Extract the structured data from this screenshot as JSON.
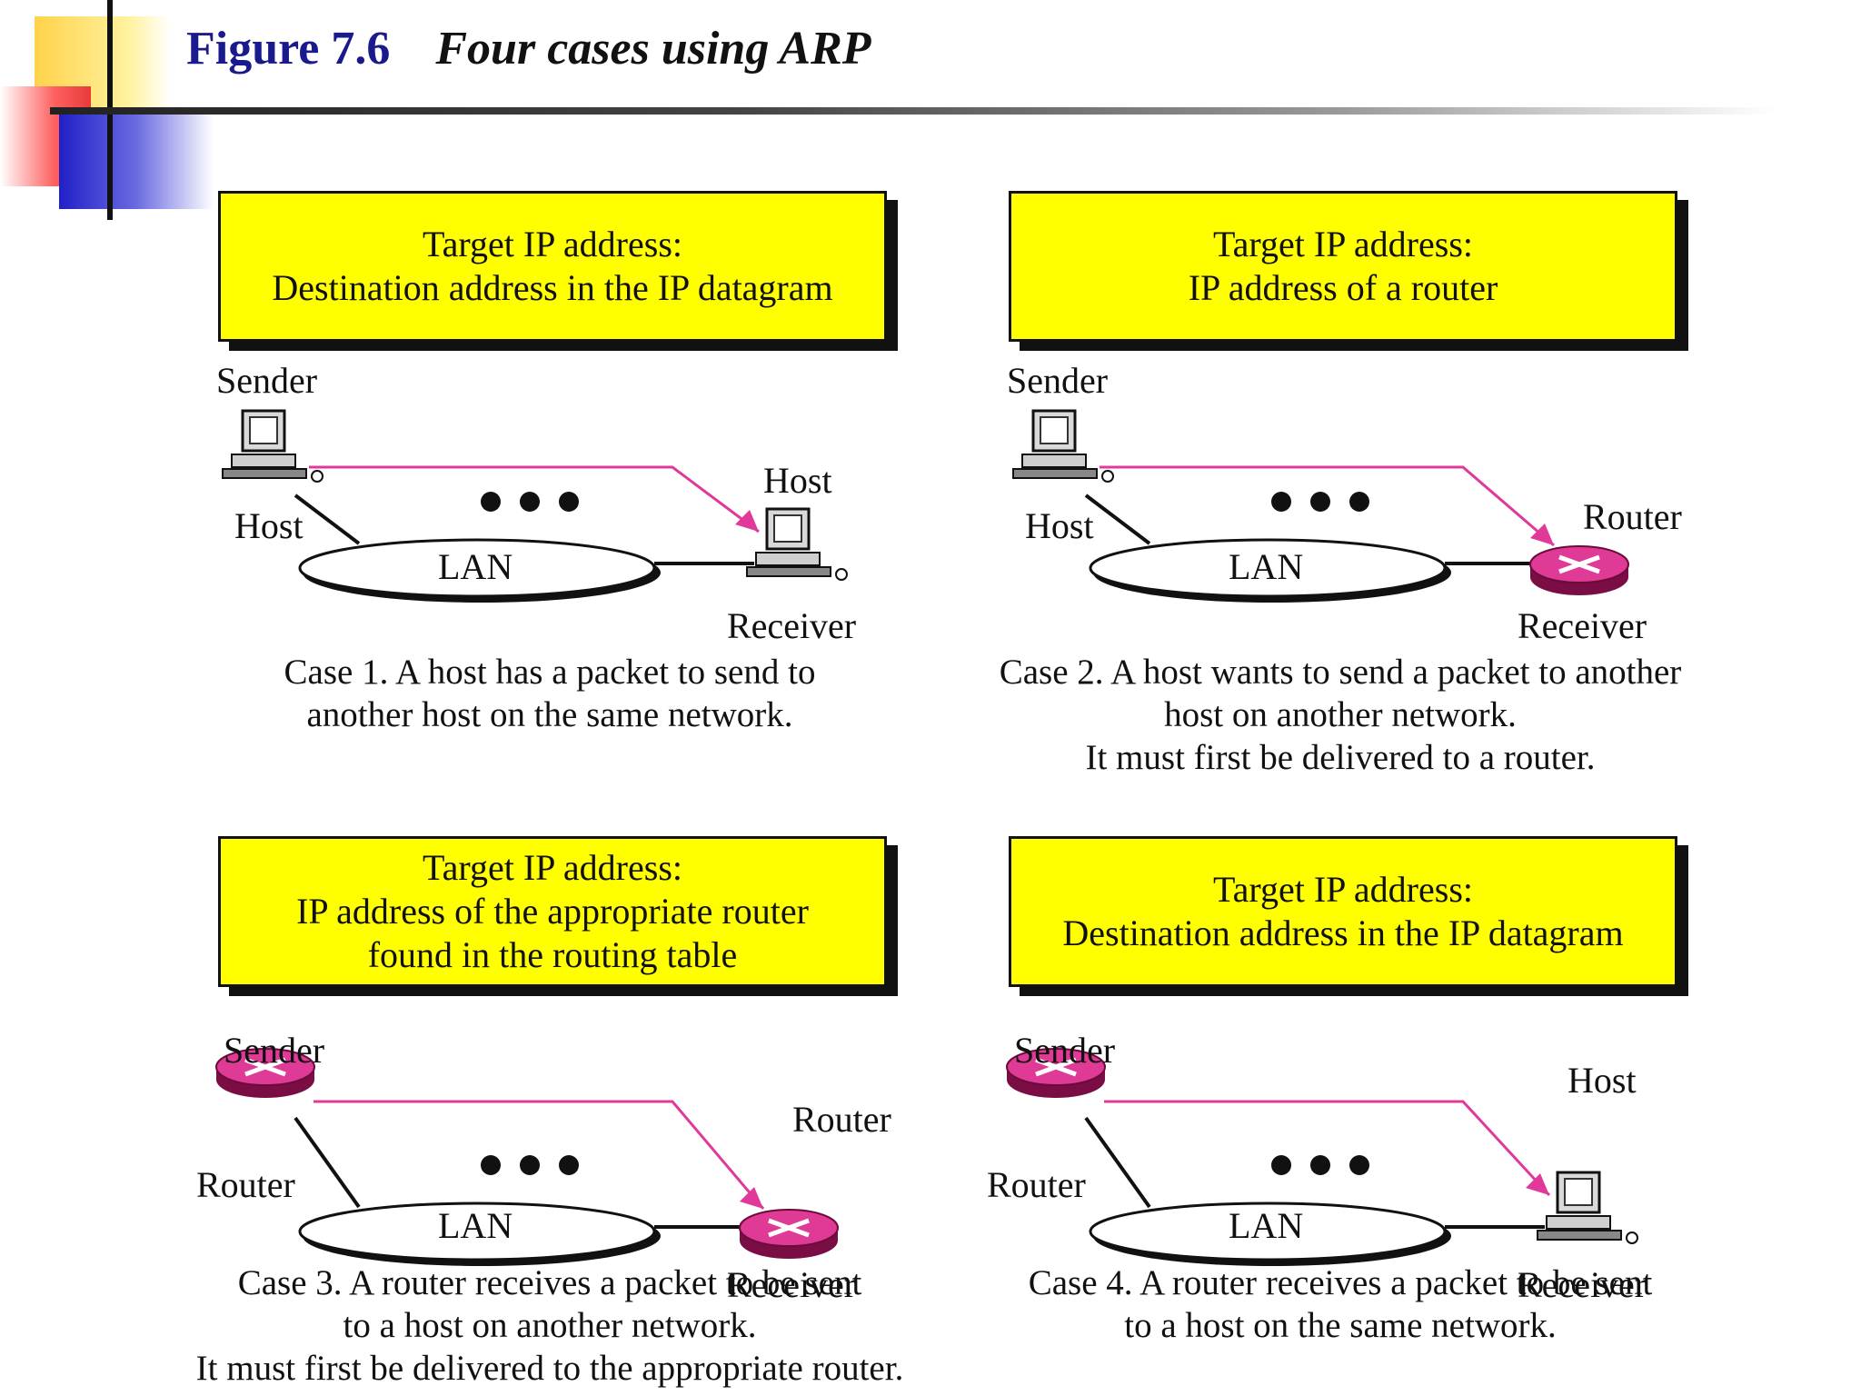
{
  "title": {
    "number": "Figure 7.6",
    "caption": "Four cases using ARP"
  },
  "cases": [
    {
      "box": [
        "Target IP address:",
        "Destination address in the IP datagram"
      ],
      "sender_label": "Sender",
      "sender_role": "Host",
      "receiver_top_label": "Host",
      "receiver_label": "Receiver",
      "lan_label": "LAN",
      "caption": [
        "Case 1.  A host has a packet to send to",
        "another host on the same network."
      ]
    },
    {
      "box": [
        "Target IP address:",
        "IP address of a router"
      ],
      "sender_label": "Sender",
      "sender_role": "Host",
      "receiver_top_label": "Router",
      "receiver_label": "Receiver",
      "lan_label": "LAN",
      "caption": [
        "Case 2. A host wants to send a packet to another",
        "host on another network.",
        "It must first be delivered to a router."
      ]
    },
    {
      "box": [
        "Target IP address:",
        "IP address of the appropriate router",
        "found in the routing table"
      ],
      "sender_label": "Sender",
      "sender_role": "Router",
      "receiver_top_label": "Router",
      "receiver_label": "Receiver",
      "lan_label": "LAN",
      "caption": [
        "Case 3. A router receives a packet  to be sent",
        "to a host on another network.",
        "It must first be delivered to the appropriate  router."
      ]
    },
    {
      "box": [
        "Target IP address:",
        "Destination address in the IP datagram"
      ],
      "sender_label": "Sender",
      "sender_role": "Router",
      "receiver_top_label": "Host",
      "receiver_label": "Receiver",
      "lan_label": "LAN",
      "caption": [
        "Case 4.  A router receives a packet  to be sent",
        "to a host on the same network."
      ]
    }
  ],
  "colors": {
    "box_fill": "#ffff00",
    "arrow": "#e0399a",
    "router": "#d81b7d",
    "title": "#1a1a8c"
  }
}
